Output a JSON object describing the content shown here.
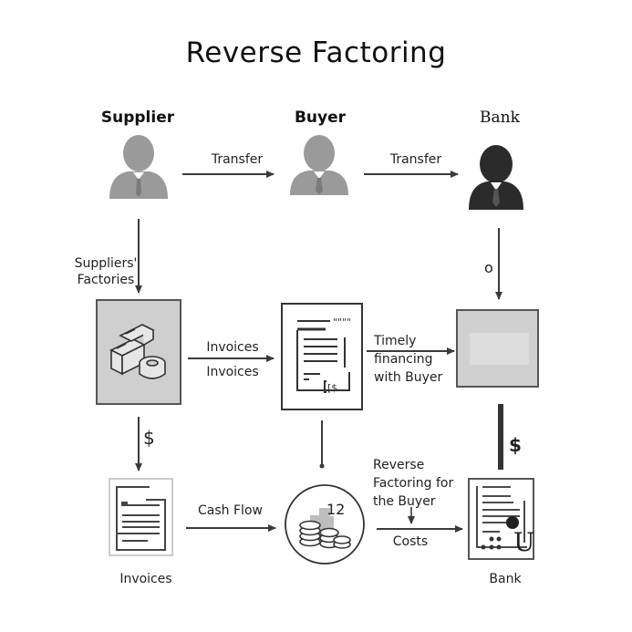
{
  "title": "Reverse Factoring",
  "actors": [
    {
      "name": "Supplier",
      "icon": "person-icon",
      "tone": "gray"
    },
    {
      "name": "Buyer",
      "icon": "person-icon",
      "tone": "gray"
    },
    {
      "name": "Bank",
      "icon": "person-icon",
      "tone": "dark"
    }
  ],
  "top_arrows": [
    {
      "label": "Transfer"
    },
    {
      "label": "Transfer"
    }
  ],
  "vertical_labels": {
    "supplier_down_line1": "Suppliers'",
    "supplier_down_line2": "Factories",
    "bank_down": "o",
    "factory_down": "$",
    "bank_box_down": "$"
  },
  "middle_row": {
    "factory_box": {
      "icon": "boxes-icon"
    },
    "invoice_arrow_labels": [
      "Invoices",
      "Invoices"
    ],
    "document_box": {
      "icon": "invoice-document-icon",
      "glyph": "[$",
      "marks": "\"\"\"\""
    },
    "financing_label": [
      "Timely",
      "financing",
      "with Buyer"
    ],
    "bank_box": {
      "icon": "blank-panel"
    }
  },
  "bottom_row": {
    "invoice_doc": {
      "icon": "document-icon",
      "caption": "Invoices"
    },
    "cash_flow_label": "Cash Flow",
    "coins": {
      "icon": "coins-icon",
      "number": "12"
    },
    "reverse_label": [
      "Reverse",
      "Factoring for",
      "the Buyer"
    ],
    "costs_label": "Costs",
    "bank_doc": {
      "icon": "certificate-document-icon",
      "caption": "Bank",
      "glyph": "U"
    }
  },
  "colors": {
    "gray_person": "#9a9a9a",
    "dark_person": "#2b2b2b",
    "box_fill": "#cfcfcf",
    "box_border": "#555555",
    "arrow": "#3a3a3a"
  }
}
